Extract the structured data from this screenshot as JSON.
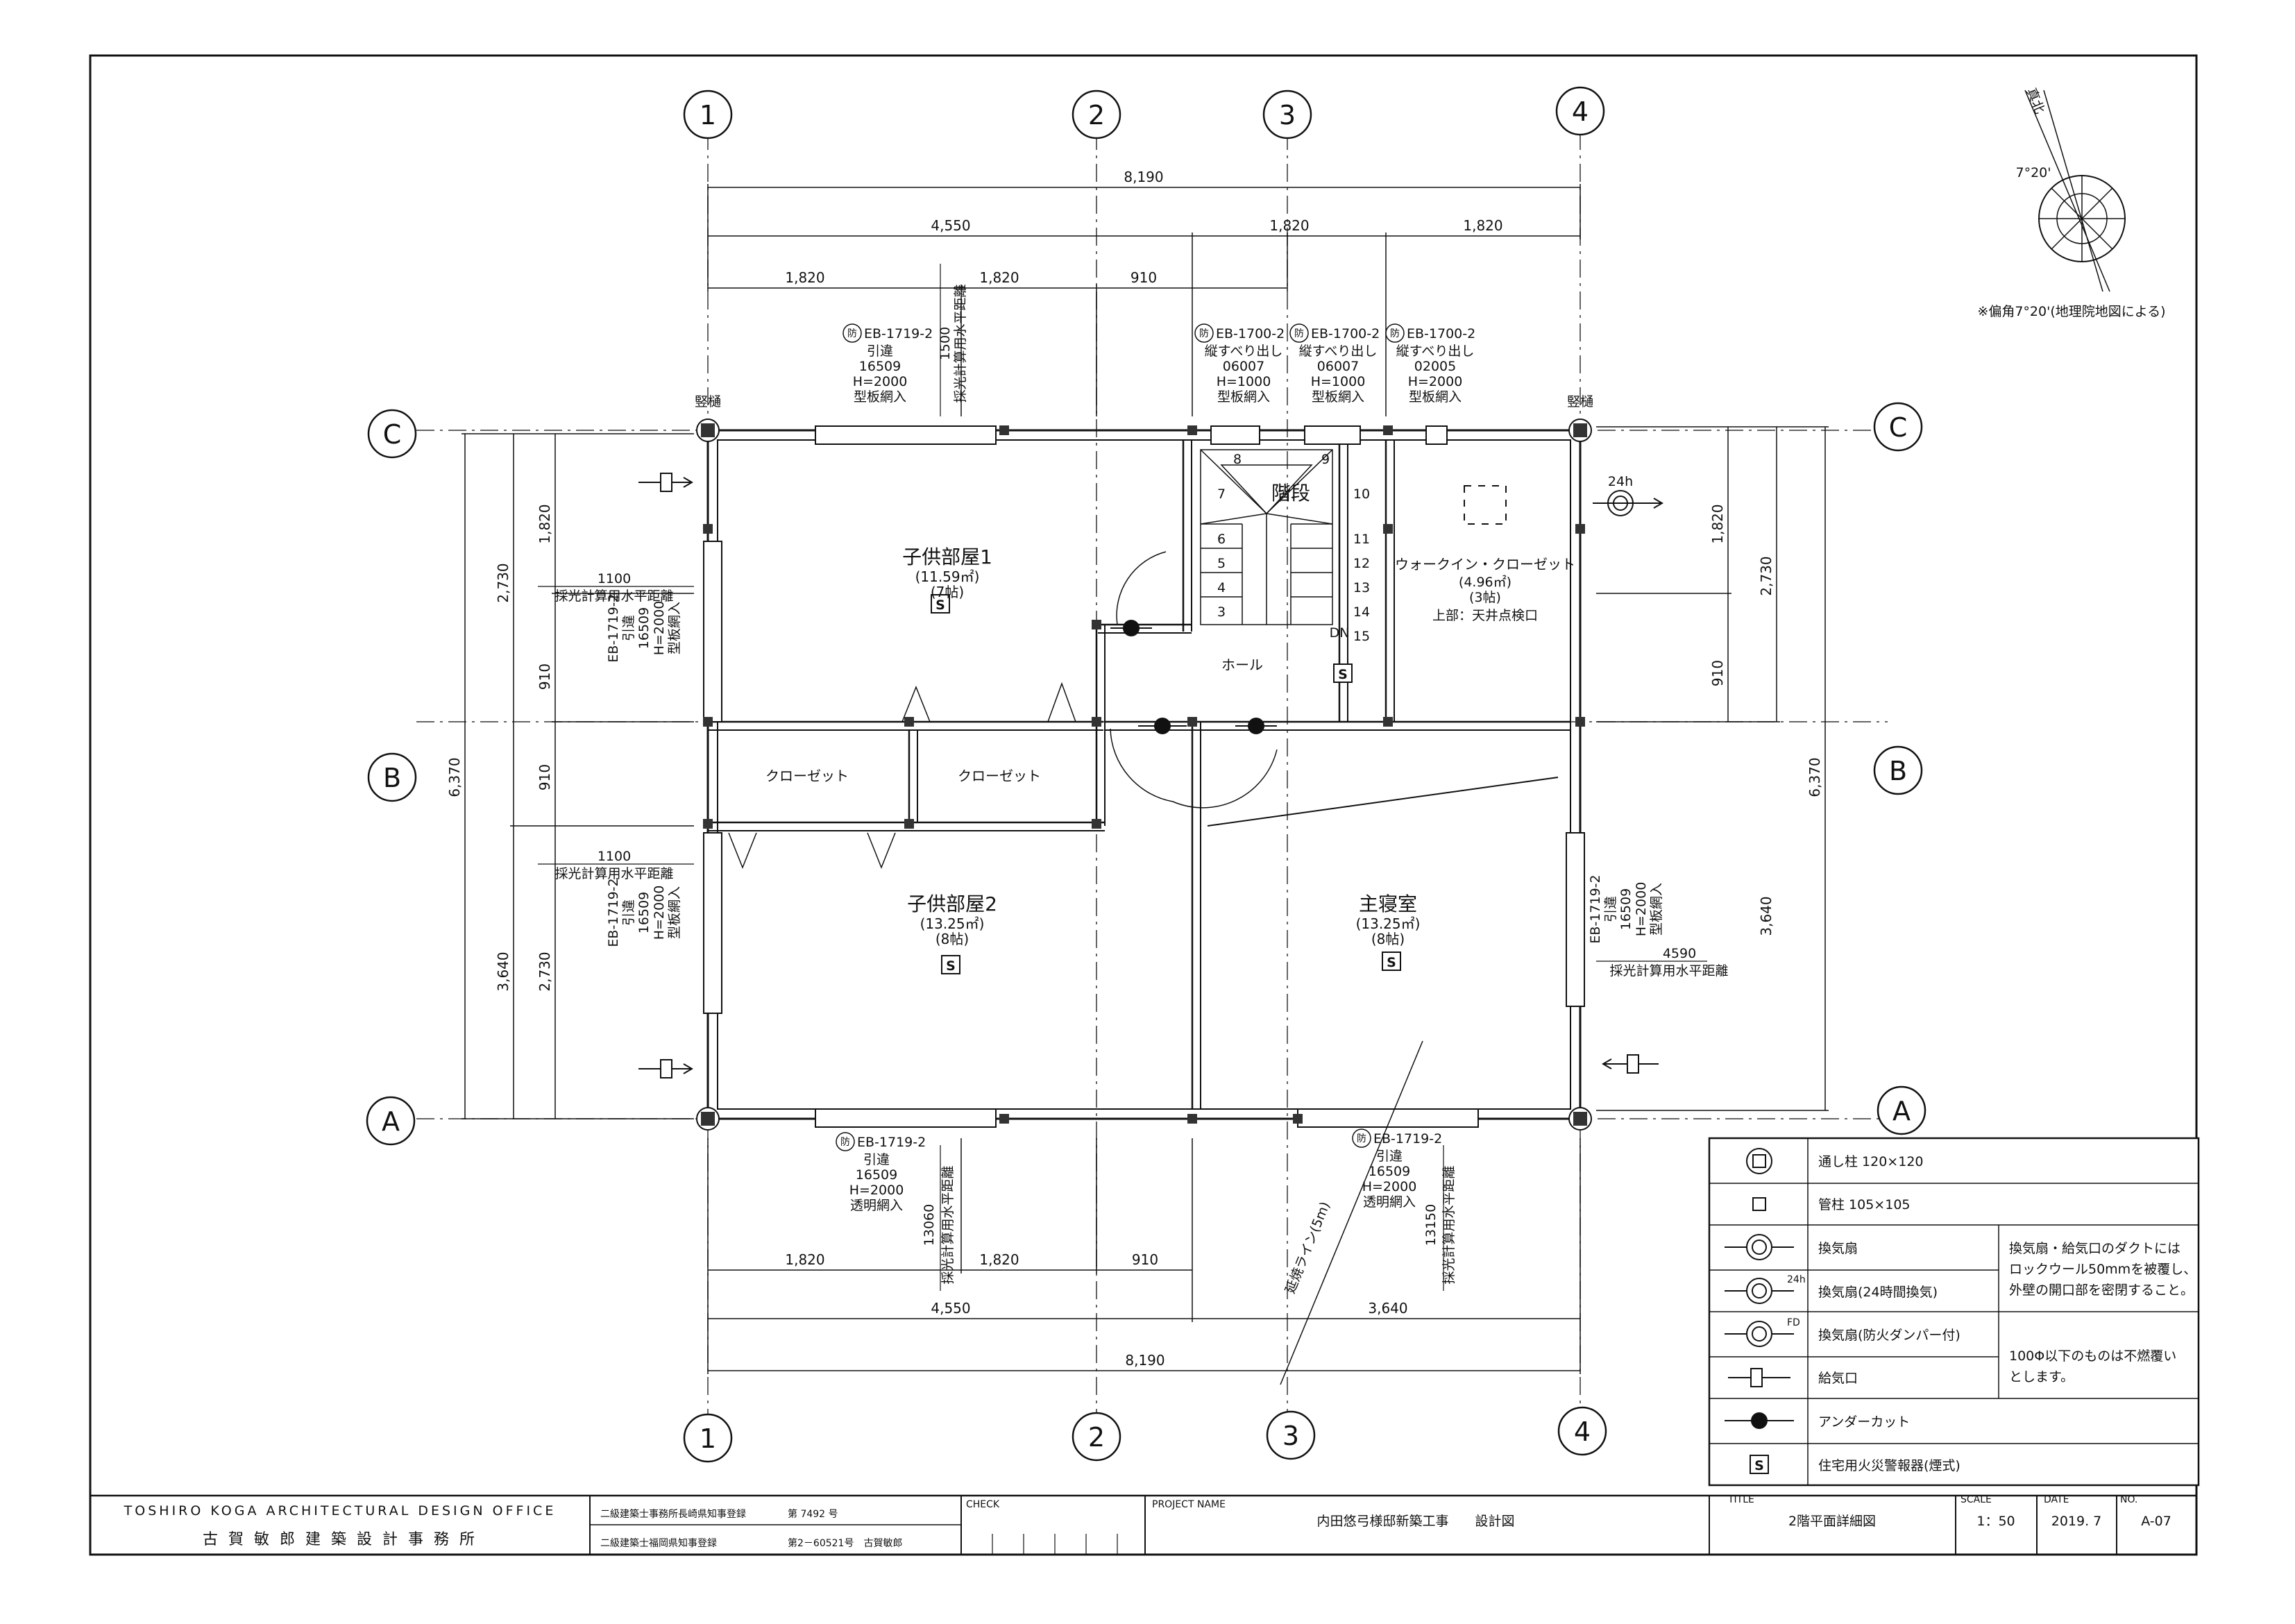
{
  "grid": {
    "cols": [
      "1",
      "2",
      "3",
      "4"
    ],
    "rows": [
      "C",
      "B",
      "A"
    ]
  },
  "dims": {
    "top_total": "8,190",
    "top_4550": "4,550",
    "top_1820a": "1,820",
    "top_1820b": "1,820",
    "top_1820c": "1,820",
    "top_1820d": "1,820",
    "top_910": "910",
    "bottom_1820a": "1,820",
    "bottom_1820b": "1,820",
    "bottom_910": "910",
    "bottom_4550": "4,550",
    "bottom_3640": "3,640",
    "bottom_total": "8,190",
    "left_total": "6,370",
    "left_2730": "2,730",
    "left_3640": "3,640",
    "left_1820": "1,820",
    "left_910a": "910",
    "left_910b": "910",
    "left_2730b": "2,730",
    "right_total": "6,370",
    "right_1820": "1,820",
    "right_2730": "2,730",
    "right_910": "910",
    "right_3640": "3,640"
  },
  "rooms": {
    "kodomo1": {
      "name": "子供部屋1",
      "area": "(11.59㎡)",
      "tatami": "(7帖)"
    },
    "kodomo2": {
      "name": "子供部屋2",
      "area": "(13.25㎡)",
      "tatami": "(8帖)"
    },
    "shushinshitsu": {
      "name": "主寝室",
      "area": "(13.25㎡)",
      "tatami": "(8帖)"
    },
    "closet1": {
      "name": "クローゼット"
    },
    "closet2": {
      "name": "クローゼット"
    },
    "wic": {
      "name": "ウォークイン・クローゼット",
      "area": "(4.96㎡)",
      "tatami": "(3帖)",
      "note": "上部：天井点検口"
    },
    "hall": {
      "name": "ホール"
    },
    "stairs": {
      "name": "階段",
      "dn": "DN",
      "steps": [
        "8",
        "9",
        "10",
        "7",
        "11",
        "6",
        "12",
        "5",
        "13",
        "4",
        "14",
        "3",
        "15"
      ]
    }
  },
  "windows": {
    "top1": {
      "lines": [
        "EB-1719-2",
        "引違",
        "16509",
        "H=2000",
        "型板網入"
      ]
    },
    "top2": {
      "lines": [
        "EB-1700-2",
        "縦すべり出し",
        "06007",
        "H=1000",
        "型板網入"
      ]
    },
    "top3": {
      "lines": [
        "EB-1700-2",
        "縦すべり出し",
        "06007",
        "H=1000",
        "型板網入"
      ]
    },
    "top4": {
      "lines": [
        "EB-1700-2",
        "縦すべり出し",
        "02005",
        "H=2000",
        "型板網入"
      ]
    },
    "left1": {
      "lines": [
        "EB-1719-2",
        "引違",
        "16509",
        "H=2000",
        "型板網入"
      ]
    },
    "left2": {
      "lines": [
        "EB-1719-2",
        "引違",
        "16509",
        "H=2000",
        "型板網入"
      ]
    },
    "right1": {
      "lines": [
        "EB-1719-2",
        "引違",
        "16509",
        "H=2000",
        "型板網入"
      ]
    },
    "bottom1": {
      "lines": [
        "EB-1719-2",
        "引違",
        "16509",
        "H=2000",
        "透明網入"
      ]
    },
    "bottom2": {
      "lines": [
        "EB-1719-2",
        "引違",
        "16509",
        "H=2000",
        "透明網入"
      ]
    },
    "fire_mark": "防"
  },
  "annotations": {
    "saiko_top_v": "1500",
    "saiko_top_label": "採光計算用水平距離",
    "saiko_left1_v": "1100",
    "saiko_left1_label": "採光計算用水平距離",
    "saiko_left2_v": "1100",
    "saiko_left2_label": "採光計算用水平距離",
    "saiko_right_v": "4590",
    "saiko_right_label": "採光計算用水平距離",
    "saiko_bottom1_v": "13060",
    "saiko_bottom1_label": "採光計算用水平距離",
    "saiko_bottom2_v": "13150",
    "saiko_bottom2_label": "採光計算用水平距離",
    "enshou": "延焼ライン(5m)",
    "tatewaku_l": "竪樋",
    "tatewaku_r": "竪樋",
    "h24": "24h",
    "north": "真北",
    "angle": "7°20'",
    "declination": "※偏角7°20'(地理院地図による)"
  },
  "legend": {
    "items": [
      {
        "label": "通し柱 120×120"
      },
      {
        "label": "管柱 105×105"
      },
      {
        "label": "換気扇"
      },
      {
        "label": "換気扇(24時間換気)",
        "tag": "24h"
      },
      {
        "label": "換気扇(防火ダンパー付)",
        "tag": "FD"
      },
      {
        "label": "給気口"
      },
      {
        "label": "アンダーカット"
      },
      {
        "label": "住宅用火災警報器(煙式)"
      }
    ],
    "note1": [
      "換気扇・給気口のダクトには",
      "ロックウール50mmを被覆し、",
      "外壁の開口部を密閉すること。"
    ],
    "note2": [
      "100Φ以下のものは不燃覆い",
      "とします。"
    ]
  },
  "title_block": {
    "office_en": "TOSHIRO KOGA ARCHITECTURAL DESIGN OFFICE",
    "office_jp": "古 賀 敏 郎 建 築 設 計 事 務 所",
    "reg1_a": "二級建築士事務所長崎県知事登録",
    "reg1_b": "第 7492 号",
    "reg2_a": "二級建築士福岡県知事登録",
    "reg2_b": "第2－60521号　古賀敏郎",
    "check_label": "CHECK",
    "project_label": "PROJECT NAME",
    "project": "内田悠弓様邸新築工事　　設計図",
    "title_label": "TITLE",
    "title": "2階平面詳細図",
    "scale_label": "SCALE",
    "scale": "1：50",
    "date_label": "DATE",
    "date": "2019. 7",
    "no_label": "NO.",
    "no": "A-07"
  },
  "colors": {
    "ink": "#111111",
    "paper": "#ffffff",
    "hatch": "#555555"
  }
}
